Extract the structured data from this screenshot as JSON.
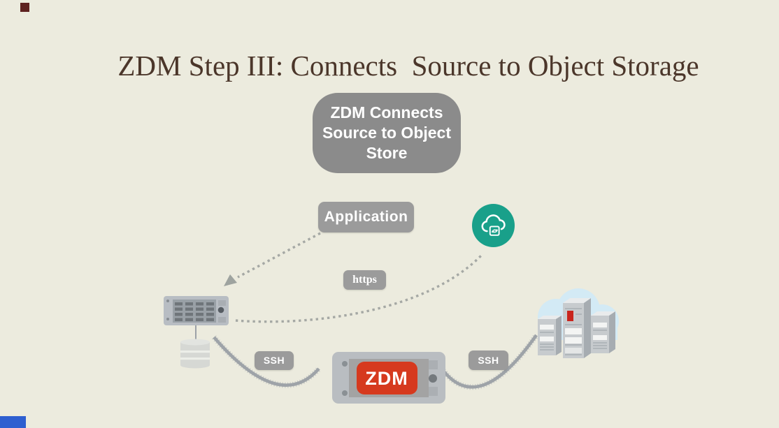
{
  "slide": {
    "title": "ZDM Step III: Connects  Source to Object Storage",
    "title_color": "#4B362A",
    "background_color": "#ECEBDE"
  },
  "callout": {
    "lines": [
      "ZDM Connects",
      "Source to Object",
      "Store"
    ],
    "bg_color": "#8B8B8B",
    "text_color": "#FFFFFF"
  },
  "nodes": {
    "application_label": "Application",
    "cloud_sync_icon": "cloud-with-sync-arrows",
    "cloud_sync_color": "#19A08A",
    "source_server_icon": "rack-server-with-database-cylinder",
    "zdm_button_label": "ZDM",
    "zdm_button_color": "#D6391E",
    "target_datacenter_icon": "cloud-with-server-towers"
  },
  "connections": {
    "https_label": "https",
    "ssh_left_label": "SSH",
    "ssh_right_label": "SSH",
    "label_bg_color": "#9B9B9B",
    "dotted_line_color": "#A5A8A4",
    "rope_color": "#9EA3A8"
  },
  "decorations": {
    "top_left_square_color": "#5E2220",
    "bottom_left_bar_color": "#2E5FD0"
  }
}
